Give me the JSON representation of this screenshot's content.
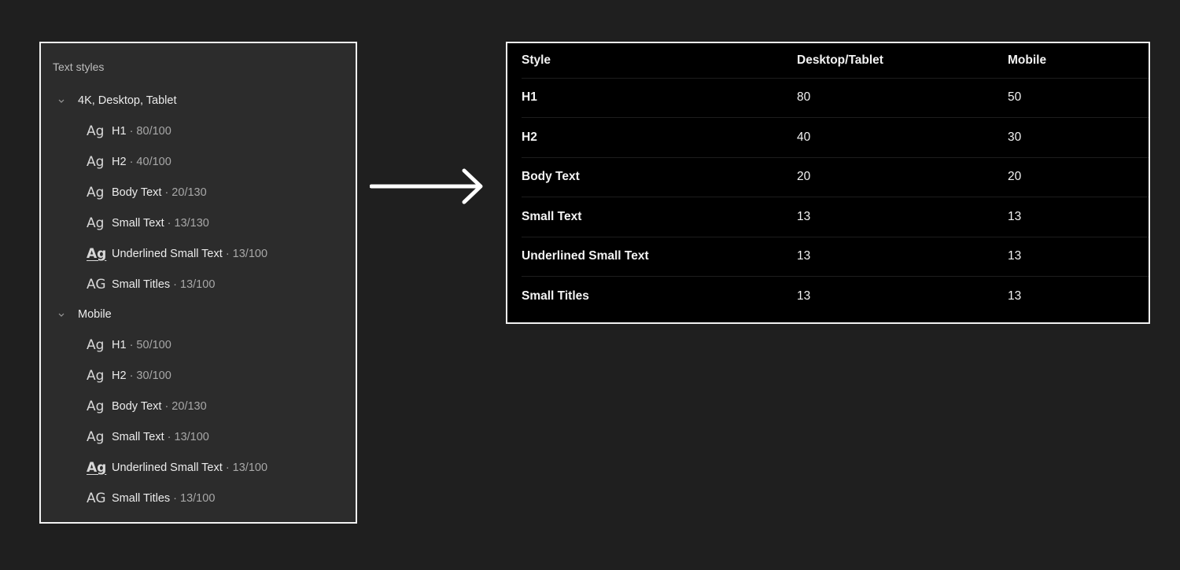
{
  "panel": {
    "title": "Text styles",
    "groups": [
      {
        "label": "4K, Desktop, Tablet",
        "items": [
          {
            "sample": "Ag",
            "name": "H1",
            "meta": "· 80/100"
          },
          {
            "sample": "Ag",
            "name": "H2",
            "meta": "· 40/100"
          },
          {
            "sample": "Ag",
            "name": "Body Text",
            "meta": "· 20/130"
          },
          {
            "sample": "Ag",
            "name": "Small Text",
            "meta": "· 13/130"
          },
          {
            "sample": "Ag",
            "name": "Underlined Small Text",
            "meta": "· 13/100"
          },
          {
            "sample": "AG",
            "name": "Small Titles",
            "meta": "· 13/100"
          }
        ]
      },
      {
        "label": "Mobile",
        "items": [
          {
            "sample": "Ag",
            "name": "H1",
            "meta": "· 50/100"
          },
          {
            "sample": "Ag",
            "name": "H2",
            "meta": "· 30/100"
          },
          {
            "sample": "Ag",
            "name": "Body Text",
            "meta": "· 20/130"
          },
          {
            "sample": "Ag",
            "name": "Small Text",
            "meta": "· 13/100"
          },
          {
            "sample": "Ag",
            "name": "Underlined Small Text",
            "meta": "· 13/100"
          },
          {
            "sample": "AG",
            "name": "Small Titles",
            "meta": "· 13/100"
          }
        ]
      }
    ]
  },
  "arrow_icon": "right-arrow-icon",
  "table": {
    "headers": [
      "Style",
      "Desktop/Tablet",
      "Mobile"
    ],
    "rows": [
      [
        "H1",
        "80",
        "50"
      ],
      [
        "H2",
        "40",
        "30"
      ],
      [
        "Body Text",
        "20",
        "20"
      ],
      [
        "Small Text",
        "13",
        "13"
      ],
      [
        "Underlined Small Text",
        "13",
        "13"
      ],
      [
        "Small Titles",
        "13",
        "13"
      ]
    ]
  },
  "colors": {
    "page_bg": "#1f1f1f",
    "panel_bg": "#2c2c2c",
    "table_bg": "#000000",
    "border": "#f2f2f2"
  }
}
